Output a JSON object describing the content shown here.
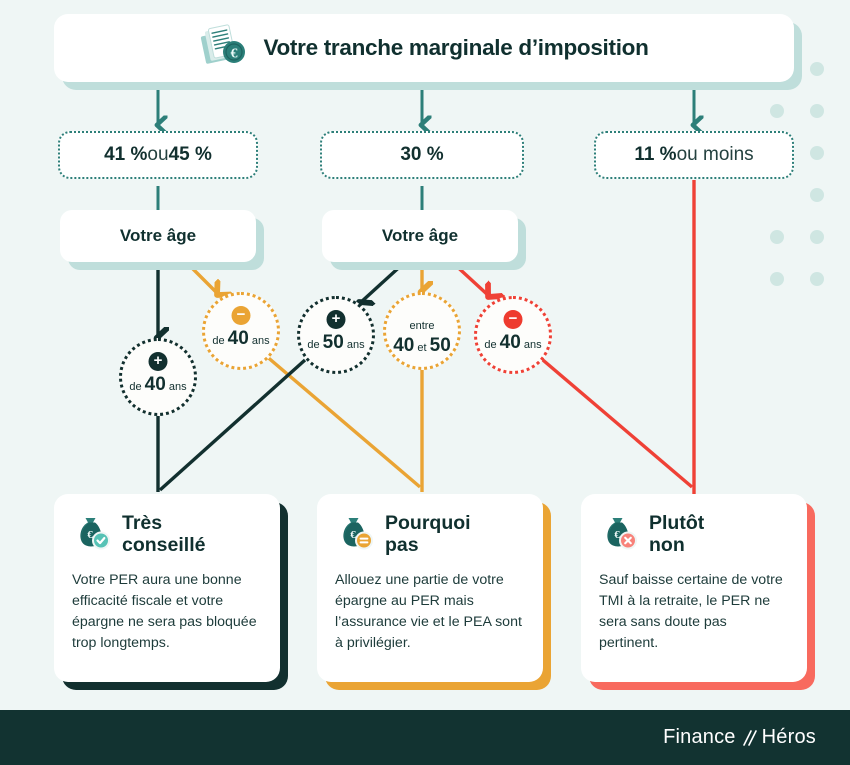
{
  "header": {
    "title": "Votre tranche marginale d’imposition",
    "icon": "documents-euro-icon"
  },
  "brackets": [
    {
      "id": "high",
      "value": "41 %",
      "conj": " ou ",
      "value2": "45 %",
      "suffix": ""
    },
    {
      "id": "mid",
      "value": "30 %",
      "conj": "",
      "value2": "",
      "suffix": ""
    },
    {
      "id": "low",
      "value": "11 %",
      "conj": "",
      "value2": "",
      "suffix": " ou moins"
    }
  ],
  "age_questions": [
    {
      "id": "age-high",
      "label": "Votre âge"
    },
    {
      "id": "age-mid",
      "label": "Votre âge"
    }
  ],
  "age_circles": [
    {
      "id": "c1",
      "badge": "+",
      "style": "dark",
      "prefix": "de ",
      "number": "40",
      "suffix": " ans",
      "top": ""
    },
    {
      "id": "c2",
      "badge": "−",
      "style": "orange",
      "prefix": "de ",
      "number": "40",
      "suffix": " ans",
      "top": ""
    },
    {
      "id": "c3",
      "badge": "+",
      "style": "dark",
      "prefix": "de ",
      "number": "50",
      "suffix": " ans",
      "top": ""
    },
    {
      "id": "c4",
      "badge": "",
      "style": "orange",
      "prefix": "",
      "number": "40",
      "mid": " et ",
      "number2": "50",
      "suffix": "",
      "top": "entre"
    },
    {
      "id": "c5",
      "badge": "−",
      "style": "red",
      "prefix": "de ",
      "number": "40",
      "suffix": " ans",
      "top": ""
    }
  ],
  "cards": [
    {
      "id": "tres-conseille",
      "title": "Très\nconseillé",
      "body": "Votre PER aura une bonne efficacité fiscale et votre épargne ne sera pas bloquée trop longtemps.",
      "icon": "money-bag-check-icon",
      "accent": "#12302f",
      "badge_color": "#4cbfb2"
    },
    {
      "id": "pourquoi-pas",
      "title": "Pourquoi\npas",
      "body": "Allouez une partie de votre épargne au PER mais l’assurance vie et le PEA sont à privilégier.",
      "icon": "money-bag-equals-icon",
      "accent": "#eaa434",
      "badge_color": "#eaa434"
    },
    {
      "id": "plutot-non",
      "title": "Plutôt\nnon",
      "body": "Sauf baisse certaine de votre TMI à la retraite, le PER ne sera sans doute pas pertinent.",
      "icon": "money-bag-cross-icon",
      "accent": "#f86a5e",
      "badge_color": "#f86a5e"
    }
  ],
  "footer": {
    "logo_first": "Finance",
    "logo_second": "Héros",
    "logo_separator": "//"
  },
  "colors": {
    "background": "#eff6f5",
    "teal": "#2d7f79",
    "dark": "#12302f",
    "orange": "#eaa434",
    "red": "#ef4136",
    "dot": "#cfe6e2",
    "footer_bg": "#123331"
  }
}
